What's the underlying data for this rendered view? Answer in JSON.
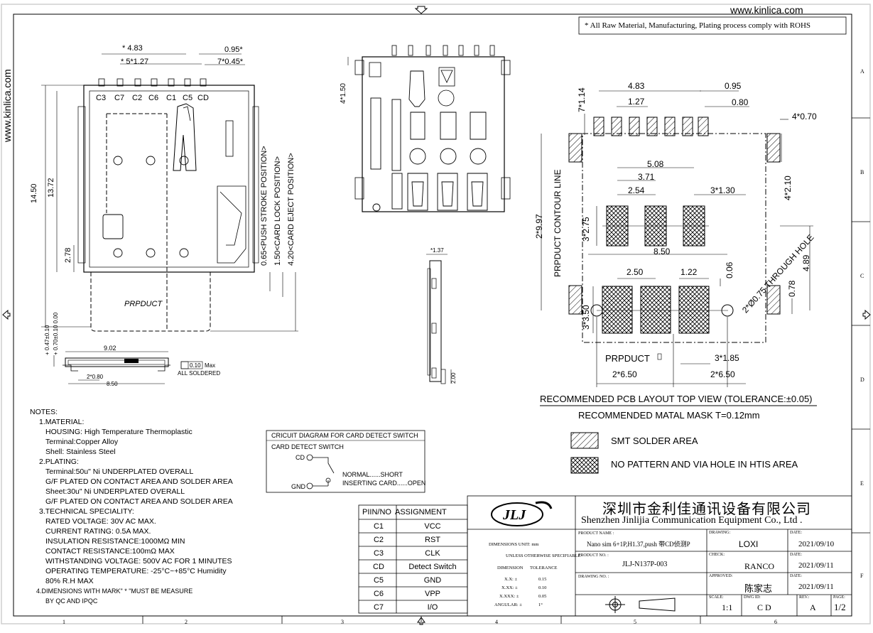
{
  "header": {
    "website": "www.kinlica.com",
    "rohs_note": "* All Raw Material, Manufacturing, Plating process comply with ROHS"
  },
  "colors": {
    "ink": "#000000",
    "paper": "#ffffff",
    "frame": "#cfcfcf"
  },
  "grid": {
    "columns": [
      "1",
      "2",
      "3",
      "4",
      "5",
      "6"
    ],
    "rows": [
      "A",
      "B",
      "C",
      "D",
      "E",
      "F"
    ]
  },
  "front_view": {
    "pin_labels": [
      "C3",
      "C7",
      "C2",
      "C6",
      "C1",
      "C5",
      "CD"
    ],
    "dims": {
      "d483": "* 4.83",
      "d5x127": "* 5*1.27",
      "d095": "0.95*",
      "d7x045": "7*0.45*",
      "d1450": "14.50",
      "d1372": "13.72",
      "d278": "2.78",
      "push": "0.65<PUSH STROKE POSITION>",
      "lock": "1.50<CARD LOCK POSITION>",
      "eject": "4.20<CARD EJECT POSITION>",
      "product": "PRPDUCT"
    }
  },
  "side_view": {
    "d047": "+ 0.47±0.10",
    "d070": "+ 0.70±0.10 0.00",
    "d902": "9.02",
    "d010": "0.10",
    "max": "Max",
    "all_soldered": "ALL SOLDERED",
    "d2x080": "2*0.80",
    "d850": "8.50"
  },
  "top_view": {
    "d4x150": "4*1.50"
  },
  "end_view": {
    "d137": "*1.37",
    "d200": "2.00"
  },
  "layout": {
    "d483": "4.83",
    "d095": "0.95",
    "d127": "1.27",
    "d080": "0.80",
    "d7x114": "7*1.14",
    "d4x070": "4*0.70",
    "d508": "5.08",
    "d371": "3.71",
    "d254": "2.54",
    "d3x130": "3*1.30",
    "contour": "PRPDUCT CONTOUR LINE",
    "d2x997": "2*9.97",
    "d3x275": "3*2.75",
    "d4x210": "4*2.10",
    "d850": "8.50",
    "d489": "4.89",
    "d250": "2.50",
    "d122": "1.22",
    "d006": "0.06",
    "hole": "2*Ø0.75 THROUGH HOLE",
    "d078": "0.78",
    "d3x350": "3*3.50",
    "product": "PRPDUCT",
    "d3x185": "3*1.85",
    "d2x650a": "2*6.50",
    "d2x650b": "2*6.50",
    "title1": "RECOMMENDED PCB LAYOUT TOP VIEW (TOLERANCE:±0.05)",
    "title2": "RECOMMENDED MATAL MASK T=0.12mm"
  },
  "legend": {
    "smt": "SMT SOLDER AREA",
    "nopattern": "NO PATTERN AND VIA HOLE IN HTIS AREA"
  },
  "notes": {
    "title": "NOTES:",
    "lines": [
      "1.MATERIAL:",
      "HOUSING: High Temperature Thermoplastic",
      "Terminal:Copper Alloy",
      "Shell: Stainless Steel",
      "2.PLATING:",
      "Terminal:50u\" Ni UNDERPLATED OVERALL",
      "G/F PLATED ON CONTACT AREA AND SOLDER AREA",
      "Sheet:30u\" Ni UNDERPLATED OVERALL",
      "G/F PLATED ON CONTACT AREA AND SOLDER AREA",
      "3.TECHNICAL SPECIALITY:",
      "RATED VOLTAGE: 30V AC MAX.",
      "CURRENT RATING: 0.5A MAX.",
      "INSULATION RESISTANCE:1000MΩ MIN",
      "CONTACT RESISTANCE:100mΩ MAX",
      "WITHSTANDING VOLTAGE: 500V AC FOR 1 MINUTES",
      "OPERATING TEMPERATURE: -25°C~+85°C Humidity",
      "80% R.H MAX",
      "4.DIMENSIONS WITH MARK\" * \"MUST BE MEASURE",
      "BY QC AND IPQC"
    ]
  },
  "circuit": {
    "title": "CRICUIT DIAGRAM FOR CARD DETECT SWITCH",
    "sub": "CARD DETECT SWITCH",
    "cd": "CD",
    "gnd": "GND",
    "normal": "NORMAL......SHORT",
    "inserting": "INSERTING CARD......OPEN"
  },
  "pin_table": {
    "headers": [
      "PIIN/NO",
      "ASSIGNMENT"
    ],
    "rows": [
      [
        "C1",
        "VCC"
      ],
      [
        "C2",
        "RST"
      ],
      [
        "C3",
        "CLK"
      ],
      [
        "CD",
        "Detect Switch"
      ],
      [
        "C5",
        "GND"
      ],
      [
        "C6",
        "VPP"
      ],
      [
        "C7",
        "I/O"
      ]
    ]
  },
  "title_block": {
    "logo": "JLJ",
    "company_cn": "深圳市金利佳通讯设备有限公司",
    "company_en": "Shenzhen Jinlijia Communication Equipment Co., Ltd .",
    "tolerance": {
      "unit": "DIMENSIONS UNIT: mm",
      "unless": "UNLESS OTHERWISE SPECIFIABLE",
      "dimension": "DIMENSION",
      "tol": "TOLERANCE",
      "rows": [
        [
          "X.X: ±",
          "0.15"
        ],
        [
          "X.XX: ±",
          "0.10"
        ],
        [
          "X.XXX: ±",
          "0.05"
        ],
        [
          "ANGULAR: ±",
          "1°"
        ]
      ]
    },
    "product_name_label": "PRODUCT NAME :",
    "product_name": "Nano sim 6+1P,H1.37,push 带CD侦测P",
    "product_no_label": "PRODUCT NO. :",
    "product_no": "JLJ-N137P-003",
    "drawing_no_label": "DRAWING NO. :",
    "drawing_label": "DRAWING:",
    "drawing": "LOXI",
    "check_label": "CHECK:",
    "check": "RANCO",
    "approved_label": "APPROVED:",
    "approved": "陈家志",
    "date_label": "DATE:",
    "date1": "2021/09/10",
    "date2": "2021/09/11",
    "date3": "2021/09/11",
    "scale_label": "SCALE:",
    "scale": "1:1",
    "dwg_id_label": "DWG ID:",
    "dwg_id": "C D",
    "rev_label": "REV.:",
    "rev": "A",
    "page_label": "PAGE:",
    "page": "1/2"
  }
}
